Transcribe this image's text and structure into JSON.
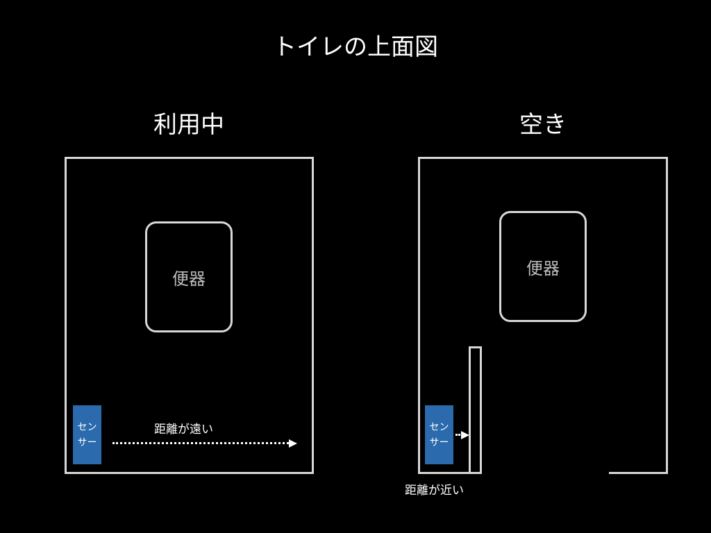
{
  "title": "トイレの上面図",
  "panels": [
    {
      "heading": "利用中",
      "toilet_label": "便器",
      "sensor_lines": [
        "セン",
        "サー"
      ],
      "distance_label": "距離が遠い"
    },
    {
      "heading": "空き",
      "toilet_label": "便器",
      "sensor_lines": [
        "セン",
        "サー"
      ],
      "distance_label": "距離が近い"
    }
  ],
  "colors": {
    "background": "#000000",
    "outline": "#d8d8d8",
    "sensor": "#2a6aad",
    "text": "#ffffff"
  }
}
